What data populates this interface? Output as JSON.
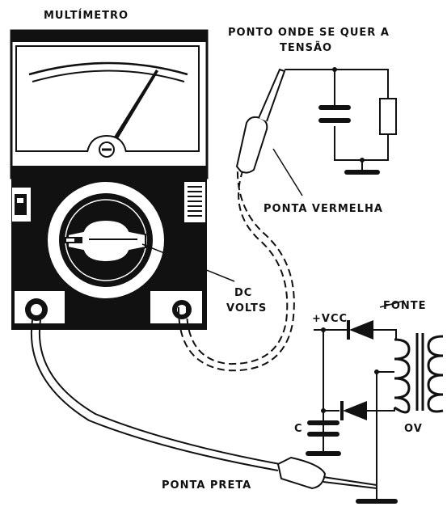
{
  "labels": {
    "multimeter": "MULTÍMETRO",
    "measure_point_line1": "PONTO ONDE SE QUER A",
    "measure_point_line2": "TENSÃO",
    "red_probe": "PONTA VERMELHA",
    "dc_line1": "DC",
    "dc_line2": "VOLTS",
    "vcc": "+VCC",
    "source": "FONTE",
    "capacitor": "C",
    "zero_volt": "OV",
    "black_probe": "PONTA PRETA"
  },
  "colors": {
    "ink": "#111111",
    "paper": "#ffffff"
  }
}
